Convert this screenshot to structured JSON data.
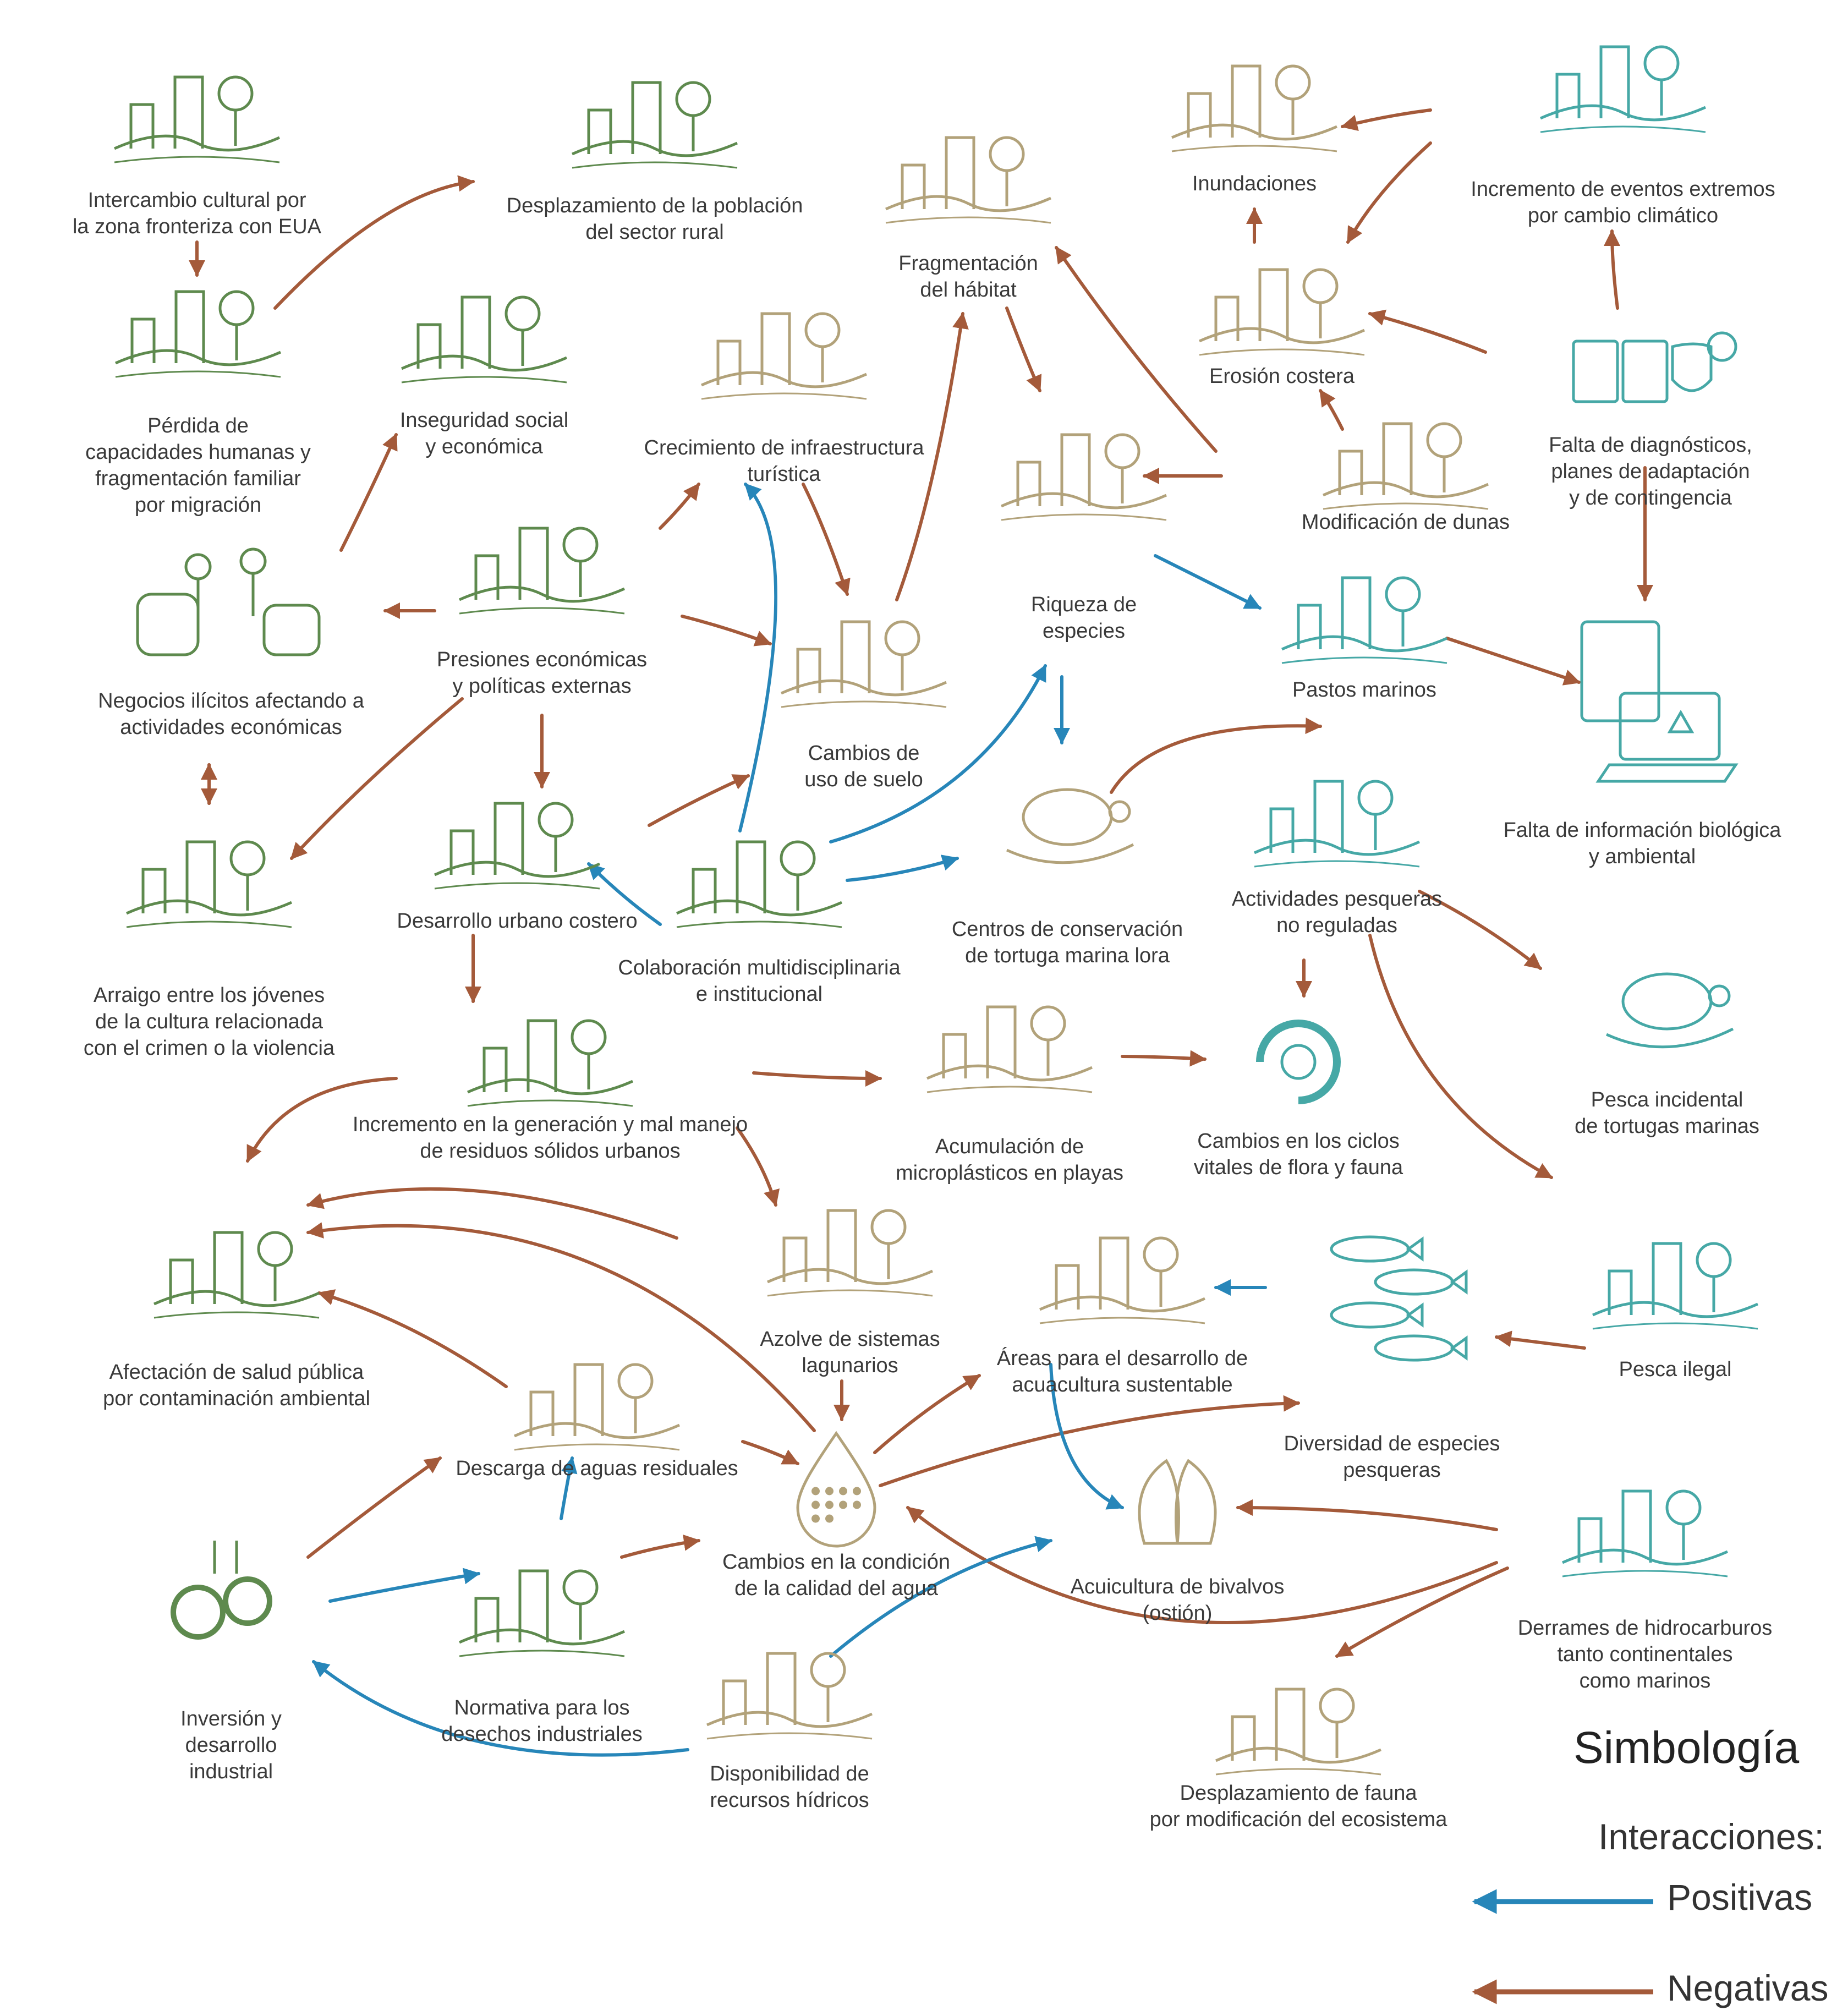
{
  "colors": {
    "positive": "#2786b9",
    "negative": "#a45a3a",
    "social": "#5e8a4e",
    "terrestrial": "#b2a27a",
    "marine": "#46a8a6"
  },
  "nodes": [
    {
      "id": "n1",
      "label": "Intercambio cultural por\nla zona fronteriza con EUA",
      "icon": "flags-people-icon",
      "group": "social"
    },
    {
      "id": "n2",
      "label": "Desplazamiento de la población\ndel sector rural",
      "icon": "rural-migration-icon",
      "group": "social"
    },
    {
      "id": "n3",
      "label": "Pérdida de\ncapacidades humanas y\nfragmentación familiar\npor migración",
      "icon": "migrant-icon",
      "group": "social"
    },
    {
      "id": "n4",
      "label": "Inseguridad social\ny económica",
      "icon": "insecurity-icon",
      "group": "social"
    },
    {
      "id": "n5",
      "label": "Negocios ilícitos afectando a\nactividades económicas",
      "icon": "money-bags-icon",
      "group": "social"
    },
    {
      "id": "n6",
      "label": "Presiones económicas\ny políticas externas",
      "icon": "external-pressure-icon",
      "group": "social"
    },
    {
      "id": "n7",
      "label": "Arraigo entre los jóvenes\nde la cultura relacionada\ncon el crimen o la violencia",
      "icon": "youth-crime-icon",
      "group": "social"
    },
    {
      "id": "n8",
      "label": "Crecimiento de infraestructura\nturística",
      "icon": "tourism-icon",
      "group": "terrestrial"
    },
    {
      "id": "n9",
      "label": "Fragmentación\ndel hábitat",
      "icon": "habitat-fragment-icon",
      "group": "terrestrial"
    },
    {
      "id": "n10",
      "label": "Cambios de\nuso de suelo",
      "icon": "land-use-icon",
      "group": "terrestrial"
    },
    {
      "id": "n11",
      "label": "Desarrollo urbano costero",
      "icon": "city-icon",
      "group": "social"
    },
    {
      "id": "n12",
      "label": "Colaboración multidisciplinaria\ne institucional",
      "icon": "meeting-icon",
      "group": "social"
    },
    {
      "id": "n13",
      "label": "Riqueza de\nespecies",
      "icon": "species-icon",
      "group": "terrestrial"
    },
    {
      "id": "n14",
      "label": "Centros de conservación\nde tortuga marina lora",
      "icon": "turtle-hand-icon",
      "group": "terrestrial"
    },
    {
      "id": "n15",
      "label": "Inundaciones",
      "icon": "flood-icon",
      "group": "terrestrial"
    },
    {
      "id": "n16",
      "label": "Erosión costera",
      "icon": "erosion-icon",
      "group": "terrestrial"
    },
    {
      "id": "n17",
      "label": "Modificación de dunas",
      "icon": "dunes-icon",
      "group": "terrestrial"
    },
    {
      "id": "n18",
      "label": "Incremento de eventos extremos\npor cambio climático",
      "icon": "climate-icon",
      "group": "marine"
    },
    {
      "id": "n19",
      "label": "Falta de diagnósticos,\nplanes de adaptación\ny de contingencia",
      "icon": "documents-icon",
      "group": "marine"
    },
    {
      "id": "n20",
      "label": "Pastos marinos",
      "icon": "seagrass-icon",
      "group": "marine"
    },
    {
      "id": "n21",
      "label": "Falta de información biológica\ny ambiental",
      "icon": "laptop-warning-icon",
      "group": "marine"
    },
    {
      "id": "n22",
      "label": "Actividades pesqueras\nno reguladas",
      "icon": "fishing-boat-icon",
      "group": "marine"
    },
    {
      "id": "n23",
      "label": "Pesca incidental\nde tortugas marinas",
      "icon": "turtle-net-icon",
      "group": "marine"
    },
    {
      "id": "n24",
      "label": "Incremento en la generación y mal manejo\nde residuos sólidos urbanos",
      "icon": "garbage-truck-icon",
      "group": "social"
    },
    {
      "id": "n25",
      "label": "Acumulación de\nmicroplásticos en playas",
      "icon": "magnifier-icon",
      "group": "terrestrial"
    },
    {
      "id": "n26",
      "label": "Cambios en los ciclos\nvitales de flora y fauna",
      "icon": "cycle-icon",
      "group": "marine"
    },
    {
      "id": "n27",
      "label": "Afectación de salud pública\npor contaminación ambiental",
      "icon": "health-icon",
      "group": "social"
    },
    {
      "id": "n28",
      "label": "Azolve de sistemas\nlagunarios",
      "icon": "lagoon-icon",
      "group": "terrestrial"
    },
    {
      "id": "n29",
      "label": "Áreas para el desarrollo de\nacuacultura sustentable",
      "icon": "aquaculture-icon",
      "group": "terrestrial"
    },
    {
      "id": "n30",
      "label": "Diversidad de especies\npesqueras",
      "icon": "fish-icon",
      "group": "marine"
    },
    {
      "id": "n31",
      "label": "Pesca ilegal",
      "icon": "illegal-net-icon",
      "group": "marine"
    },
    {
      "id": "n32",
      "label": "Descarga de aguas residuales",
      "icon": "pipe-discharge-icon",
      "group": "terrestrial"
    },
    {
      "id": "n33",
      "label": "Cambios en la condición\nde la calidad del agua",
      "icon": "water-drop-icon",
      "group": "terrestrial"
    },
    {
      "id": "n34",
      "label": "Acuicultura de bivalvos\n(ostión)",
      "icon": "oyster-icon",
      "group": "terrestrial"
    },
    {
      "id": "n35",
      "label": "Derrames de hidrocarburos\ntanto continentales\ncomo marinos",
      "icon": "oil-platform-icon",
      "group": "marine"
    },
    {
      "id": "n36",
      "label": "Inversión y\ndesarrollo\nindustrial",
      "icon": "gears-icon",
      "group": "social"
    },
    {
      "id": "n37",
      "label": "Normativa para los\ndesechos industriales",
      "icon": "factory-icon",
      "group": "social"
    },
    {
      "id": "n38",
      "label": "Disponibilidad de\nrecursos hídricos",
      "icon": "faucet-icon",
      "group": "terrestrial"
    },
    {
      "id": "n39",
      "label": "Desplazamiento de fauna\npor modificación del ecosistema",
      "icon": "fauna-icon",
      "group": "terrestrial"
    }
  ],
  "edges": [
    {
      "from": "n1",
      "to": "n3",
      "type": "negative"
    },
    {
      "from": "n3",
      "to": "n2",
      "type": "negative"
    },
    {
      "from": "n5",
      "to": "n4",
      "type": "negative"
    },
    {
      "from": "n6",
      "to": "n5",
      "type": "negative"
    },
    {
      "from": "n5",
      "to": "n7",
      "type": "negative"
    },
    {
      "from": "n7",
      "to": "n5",
      "type": "negative"
    },
    {
      "from": "n6",
      "to": "n7",
      "type": "negative"
    },
    {
      "from": "n6",
      "to": "n8",
      "type": "negative"
    },
    {
      "from": "n6",
      "to": "n10",
      "type": "negative"
    },
    {
      "from": "n6",
      "to": "n11",
      "type": "negative"
    },
    {
      "from": "n8",
      "to": "n10",
      "type": "negative"
    },
    {
      "from": "n10",
      "to": "n9",
      "type": "negative"
    },
    {
      "from": "n11",
      "to": "n10",
      "type": "negative"
    },
    {
      "from": "n12",
      "to": "n8",
      "type": "positive"
    },
    {
      "from": "n12",
      "to": "n11",
      "type": "positive"
    },
    {
      "from": "n12",
      "to": "n13",
      "type": "positive"
    },
    {
      "from": "n12",
      "to": "n14",
      "type": "positive"
    },
    {
      "from": "n9",
      "to": "n13",
      "type": "negative"
    },
    {
      "from": "n17",
      "to": "n9",
      "type": "negative"
    },
    {
      "from": "n17",
      "to": "n13",
      "type": "negative"
    },
    {
      "from": "n17",
      "to": "n16",
      "type": "negative"
    },
    {
      "from": "n16",
      "to": "n15",
      "type": "negative"
    },
    {
      "from": "n18",
      "to": "n15",
      "type": "negative"
    },
    {
      "from": "n18",
      "to": "n16",
      "type": "negative"
    },
    {
      "from": "n19",
      "to": "n18",
      "type": "negative"
    },
    {
      "from": "n19",
      "to": "n16",
      "type": "negative"
    },
    {
      "from": "n19",
      "to": "n21",
      "type": "negative"
    },
    {
      "from": "n13",
      "to": "n20",
      "type": "positive"
    },
    {
      "from": "n13",
      "to": "n14",
      "type": "positive"
    },
    {
      "from": "n20",
      "to": "n21",
      "type": "negative"
    },
    {
      "from": "n14",
      "to": "n21",
      "type": "negative"
    },
    {
      "from": "n22",
      "to": "n26",
      "type": "negative"
    },
    {
      "from": "n22",
      "to": "n23",
      "type": "negative"
    },
    {
      "from": "n22",
      "to": "n31",
      "type": "negative"
    },
    {
      "from": "n11",
      "to": "n24",
      "type": "negative"
    },
    {
      "from": "n24",
      "to": "n25",
      "type": "negative"
    },
    {
      "from": "n25",
      "to": "n26",
      "type": "negative"
    },
    {
      "from": "n24",
      "to": "n27",
      "type": "negative"
    },
    {
      "from": "n24",
      "to": "n28",
      "type": "negative"
    },
    {
      "from": "n28",
      "to": "n27",
      "type": "negative"
    },
    {
      "from": "n28",
      "to": "n33",
      "type": "negative"
    },
    {
      "from": "n33",
      "to": "n27",
      "type": "negative"
    },
    {
      "from": "n32",
      "to": "n27",
      "type": "negative"
    },
    {
      "from": "n32",
      "to": "n33",
      "type": "negative"
    },
    {
      "from": "n33",
      "to": "n29",
      "type": "negative"
    },
    {
      "from": "n33",
      "to": "n30",
      "type": "negative"
    },
    {
      "from": "n30",
      "to": "n29",
      "type": "positive"
    },
    {
      "from": "n31",
      "to": "n30",
      "type": "negative"
    },
    {
      "from": "n29",
      "to": "n34",
      "type": "positive"
    },
    {
      "from": "n35",
      "to": "n34",
      "type": "negative"
    },
    {
      "from": "n35",
      "to": "n33",
      "type": "negative"
    },
    {
      "from": "n35",
      "to": "n39",
      "type": "negative"
    },
    {
      "from": "n36",
      "to": "n32",
      "type": "negative"
    },
    {
      "from": "n36",
      "to": "n37",
      "type": "positive"
    },
    {
      "from": "n37",
      "to": "n32",
      "type": "positive"
    },
    {
      "from": "n37",
      "to": "n33",
      "type": "negative"
    },
    {
      "from": "n38",
      "to": "n34",
      "type": "positive"
    },
    {
      "from": "n38",
      "to": "n36",
      "type": "positive"
    }
  ],
  "legend": {
    "title": "Simbología",
    "subtitle": "Interacciones:",
    "positive_label": "Positivas",
    "negative_label": "Negativas"
  }
}
